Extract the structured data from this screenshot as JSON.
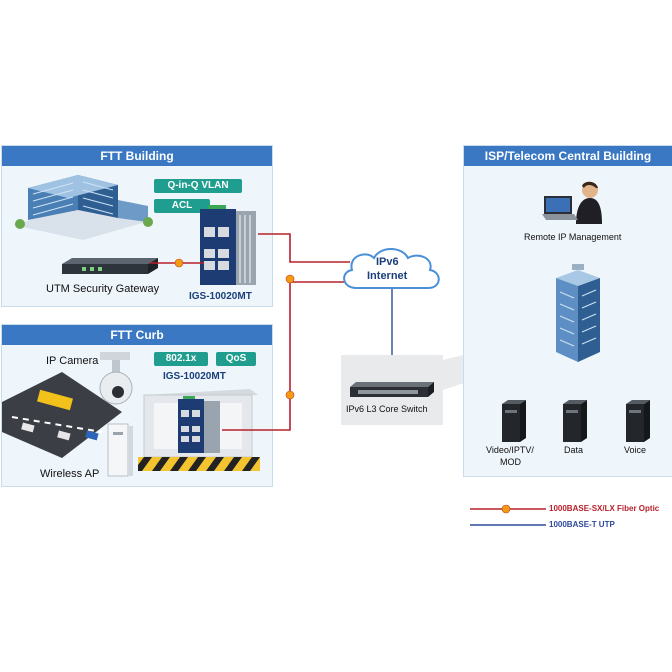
{
  "ftt_building": {
    "title": "FTT Building",
    "tags": [
      "Q-in-Q VLAN",
      "ACL"
    ],
    "gateway_label": "UTM Security Gateway",
    "switch_model": "IGS-10020MT"
  },
  "ftt_curb": {
    "title": "FTT Curb",
    "tags": [
      "802.1x",
      "QoS"
    ],
    "switch_model": "IGS-10020MT",
    "camera_label": "IP Camera",
    "ap_label": "Wireless AP"
  },
  "internet": {
    "line1": "IPv6",
    "line2": "Internet"
  },
  "core_switch": {
    "label": "IPv6 L3 Core Switch"
  },
  "isp": {
    "title": "ISP/Telecom Central Building",
    "management_label": "Remote IP Management",
    "servers": [
      {
        "label_line1": "Video/IPTV/",
        "label_line2": "MOD"
      },
      {
        "label_line1": "Data",
        "label_line2": ""
      },
      {
        "label_line1": "Voice",
        "label_line2": ""
      }
    ]
  },
  "legend": {
    "fiber": "1000BASE-SX/LX Fiber Optic",
    "utp": "1000BASE-T UTP",
    "fiber_color": "#b8202a",
    "utp_color": "#2d4a9a"
  },
  "colors": {
    "panel_header": "#3a78c3",
    "tag": "#1f9e8f",
    "fiber": "#b8202a",
    "utp": "#2d4a9a"
  }
}
